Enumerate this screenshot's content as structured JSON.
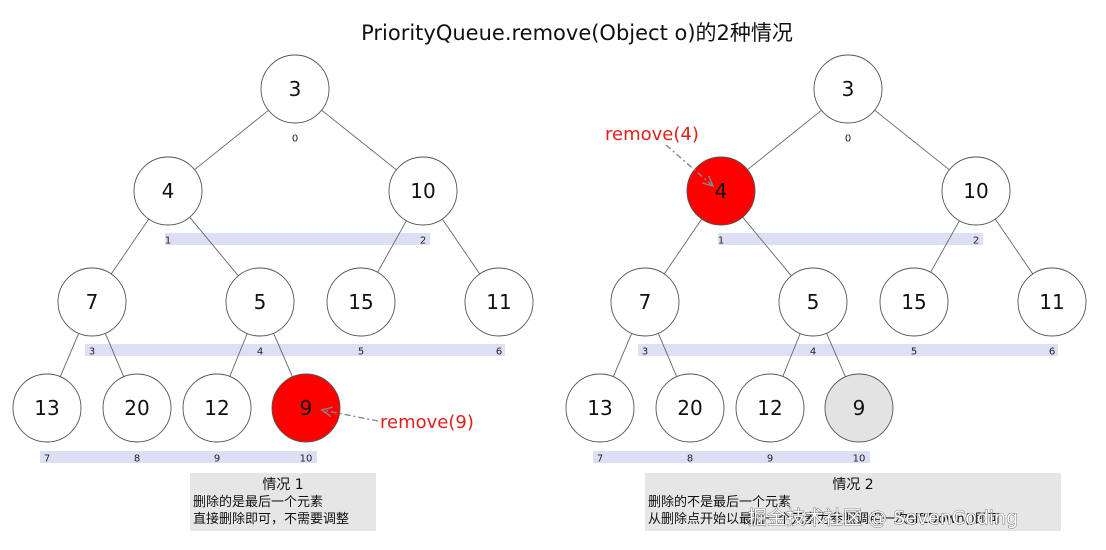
{
  "title": "PriorityQueue.remove(Object o)的2种情况",
  "colors": {
    "removed_fill": "#ff0000",
    "moved_fill": "#e3e3e3",
    "normal_fill": "#ffffff",
    "index_bar": "#dde0f5",
    "note_bg": "#e6e6e6",
    "callout_text": "#e0201b",
    "callout_arrow": "#888888"
  },
  "panels": [
    {
      "nodes": [
        {
          "value": "3",
          "index": "0",
          "state": "normal"
        },
        {
          "value": "4",
          "index": "1",
          "state": "normal"
        },
        {
          "value": "10",
          "index": "2",
          "state": "normal"
        },
        {
          "value": "7",
          "index": "3",
          "state": "normal"
        },
        {
          "value": "5",
          "index": "4",
          "state": "normal"
        },
        {
          "value": "15",
          "index": "5",
          "state": "normal"
        },
        {
          "value": "11",
          "index": "6",
          "state": "normal"
        },
        {
          "value": "13",
          "index": "7",
          "state": "normal"
        },
        {
          "value": "20",
          "index": "8",
          "state": "normal"
        },
        {
          "value": "12",
          "index": "9",
          "state": "normal"
        },
        {
          "value": "9",
          "index": "10",
          "state": "removed"
        }
      ],
      "callout": {
        "text": "remove(9)",
        "target": "9"
      },
      "note": {
        "title": "情况 1",
        "lines": [
          "删除的是最后一个元素",
          "直接删除即可，不需要调整"
        ]
      }
    },
    {
      "nodes": [
        {
          "value": "3",
          "index": "0",
          "state": "normal"
        },
        {
          "value": "4",
          "index": "1",
          "state": "removed"
        },
        {
          "value": "10",
          "index": "2",
          "state": "normal"
        },
        {
          "value": "7",
          "index": "3",
          "state": "normal"
        },
        {
          "value": "5",
          "index": "4",
          "state": "normal"
        },
        {
          "value": "15",
          "index": "5",
          "state": "normal"
        },
        {
          "value": "11",
          "index": "6",
          "state": "normal"
        },
        {
          "value": "13",
          "index": "7",
          "state": "normal"
        },
        {
          "value": "20",
          "index": "8",
          "state": "normal"
        },
        {
          "value": "12",
          "index": "9",
          "state": "normal"
        },
        {
          "value": "9",
          "index": "10",
          "state": "moved"
        }
      ],
      "callout": {
        "text": "remove(4)",
        "target": "4"
      },
      "note": {
        "title": "情况 2",
        "lines": [
          "删除的不是最后一个元素",
          "从删除点开始以最后一个元素为参照调用一次siftDown()即可"
        ]
      }
    }
  ],
  "watermark": "掘金技术社区 @ SevenCoding"
}
